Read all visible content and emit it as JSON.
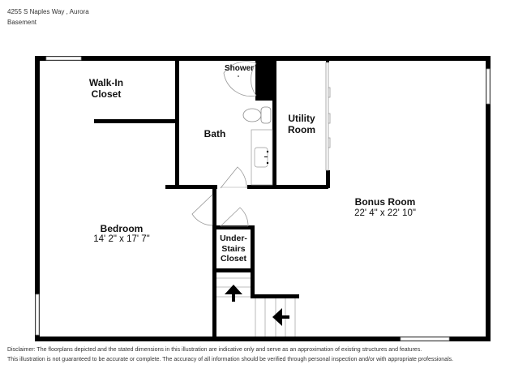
{
  "header": {
    "address": "4255 S Naples Way , Aurora",
    "level": "Basement"
  },
  "rooms": {
    "walk_in_closet": {
      "name_line1": "Walk-In",
      "name_line2": "Closet"
    },
    "bath": {
      "name": "Bath"
    },
    "shower": {
      "name": "Shower"
    },
    "utility_room": {
      "name_line1": "Utility",
      "name_line2": "Room"
    },
    "bonus_room": {
      "name": "Bonus Room",
      "dimensions": "22' 4\" x 22' 10\""
    },
    "bedroom": {
      "name": "Bedroom",
      "dimensions": "14' 2\" x 17' 7\""
    },
    "under_stairs_closet": {
      "name_line1": "Under-",
      "name_line2": "Stairs",
      "name_line3": "Closet"
    }
  },
  "icons": {
    "stairs_up_arrow": "stairs-up-arrow",
    "stairs_left_arrow": "stairs-left-arrow"
  },
  "footer": {
    "disclaimer_line1": "Disclaimer: The floorplans depicted and the stated dimensions in this illustration are indicative only and serve as an approximation of existing structures and features.",
    "disclaimer_line2": "This illustration is not guaranteed to be accurate or complete. The accuracy of all information should be verified through personal inspection and/or with appropriate professionals."
  }
}
